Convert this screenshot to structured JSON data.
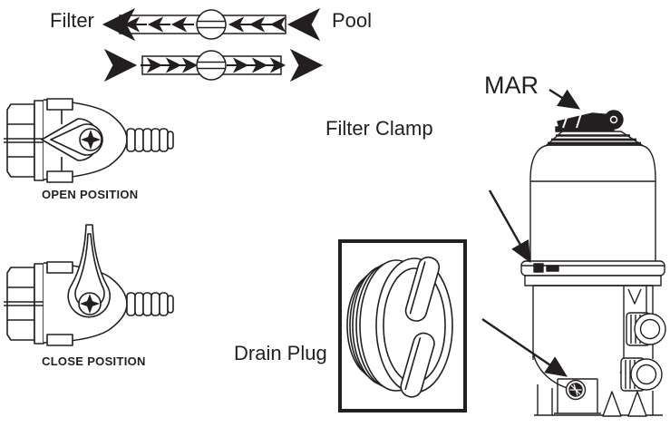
{
  "labels": {
    "filter": "Filter",
    "pool": "Pool",
    "filter_clamp": "Filter Clamp",
    "drain_plug": "Drain Plug",
    "mar": "MAR",
    "open_position": "OPEN POSITION",
    "close_position": "CLOSE POSITION"
  },
  "colors": {
    "ink": "#231f20",
    "background": "#ffffff"
  }
}
